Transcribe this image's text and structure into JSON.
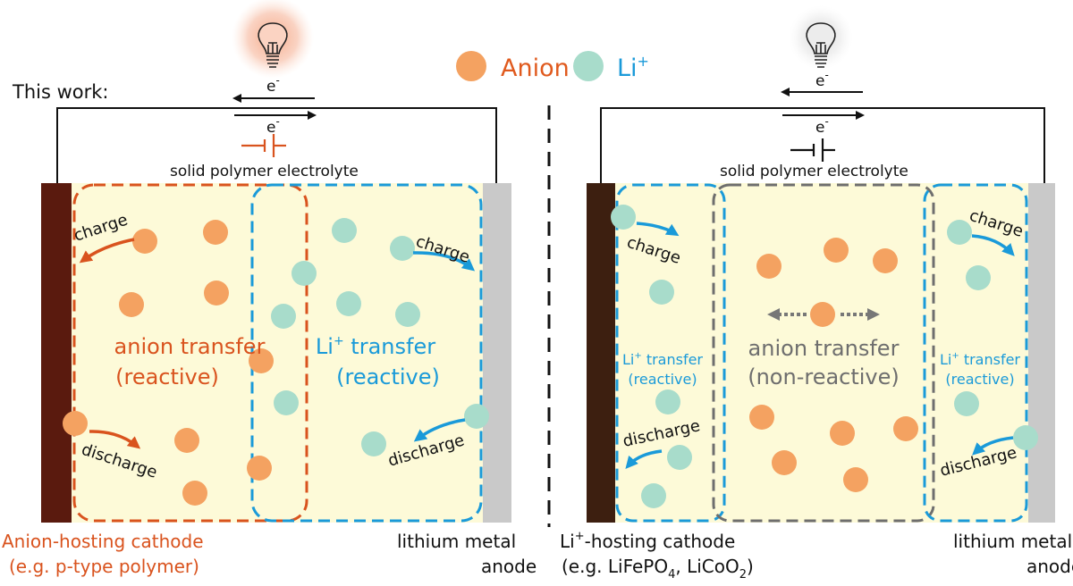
{
  "legend": {
    "anion_label": "Anion",
    "li_label": "Li",
    "li_sup": "+"
  },
  "colors": {
    "anion": "#f4a261",
    "anion_dark": "#d9531e",
    "li": "#a8dccb",
    "li_blue": "#1a9ad9",
    "electrolyte_bg": "#fdfad8",
    "cathode_left": "#5a1a0e",
    "cathode_right": "#3d1f10",
    "anode": "#c9c9c9",
    "grey_box": "#6e6e6e"
  },
  "left": {
    "heading": "This work:",
    "electron": "e",
    "electron_sup": "-",
    "electrolyte_label": "solid polymer electrolyte",
    "charge_left": "charge",
    "charge_right": "charge",
    "discharge_left": "discharge",
    "discharge_right": "discharge",
    "anion_transfer_l1": "anion transfer",
    "anion_transfer_l2": "(reactive)",
    "li_transfer_l1_main": "Li",
    "li_transfer_l1_sup": "+",
    "li_transfer_l1_rest": " transfer",
    "li_transfer_l2": "(reactive)",
    "cathode_l1": "Anion-hosting cathode",
    "cathode_l2": "(e.g. p-type polymer)",
    "anode_l1": "lithium metal",
    "anode_l2": "anode"
  },
  "right": {
    "electron": "e",
    "electron_sup": "-",
    "electrolyte_label": "solid polymer electrolyte",
    "charge_left": "charge",
    "charge_right": "charge",
    "discharge_left": "discharge",
    "discharge_right": "discharge",
    "li_small_l1_main": "Li",
    "li_small_l1_sup": "+",
    "li_small_l1_rest": " transfer",
    "li_small_l2": "(reactive)",
    "anion_transfer_l1": "anion transfer",
    "anion_transfer_l2": "(non-reactive)",
    "cathode_l1_main": "Li",
    "cathode_l1_sup": "+",
    "cathode_l1_rest": "-hosting cathode",
    "cathode_l2_a": "(e.g. LiFePO",
    "cathode_l2_sub1": "4",
    "cathode_l2_b": ", LiCoO",
    "cathode_l2_sub2": "2",
    "cathode_l2_c": ")",
    "anode_l1": "lithium metal",
    "anode_l2": "anode"
  }
}
